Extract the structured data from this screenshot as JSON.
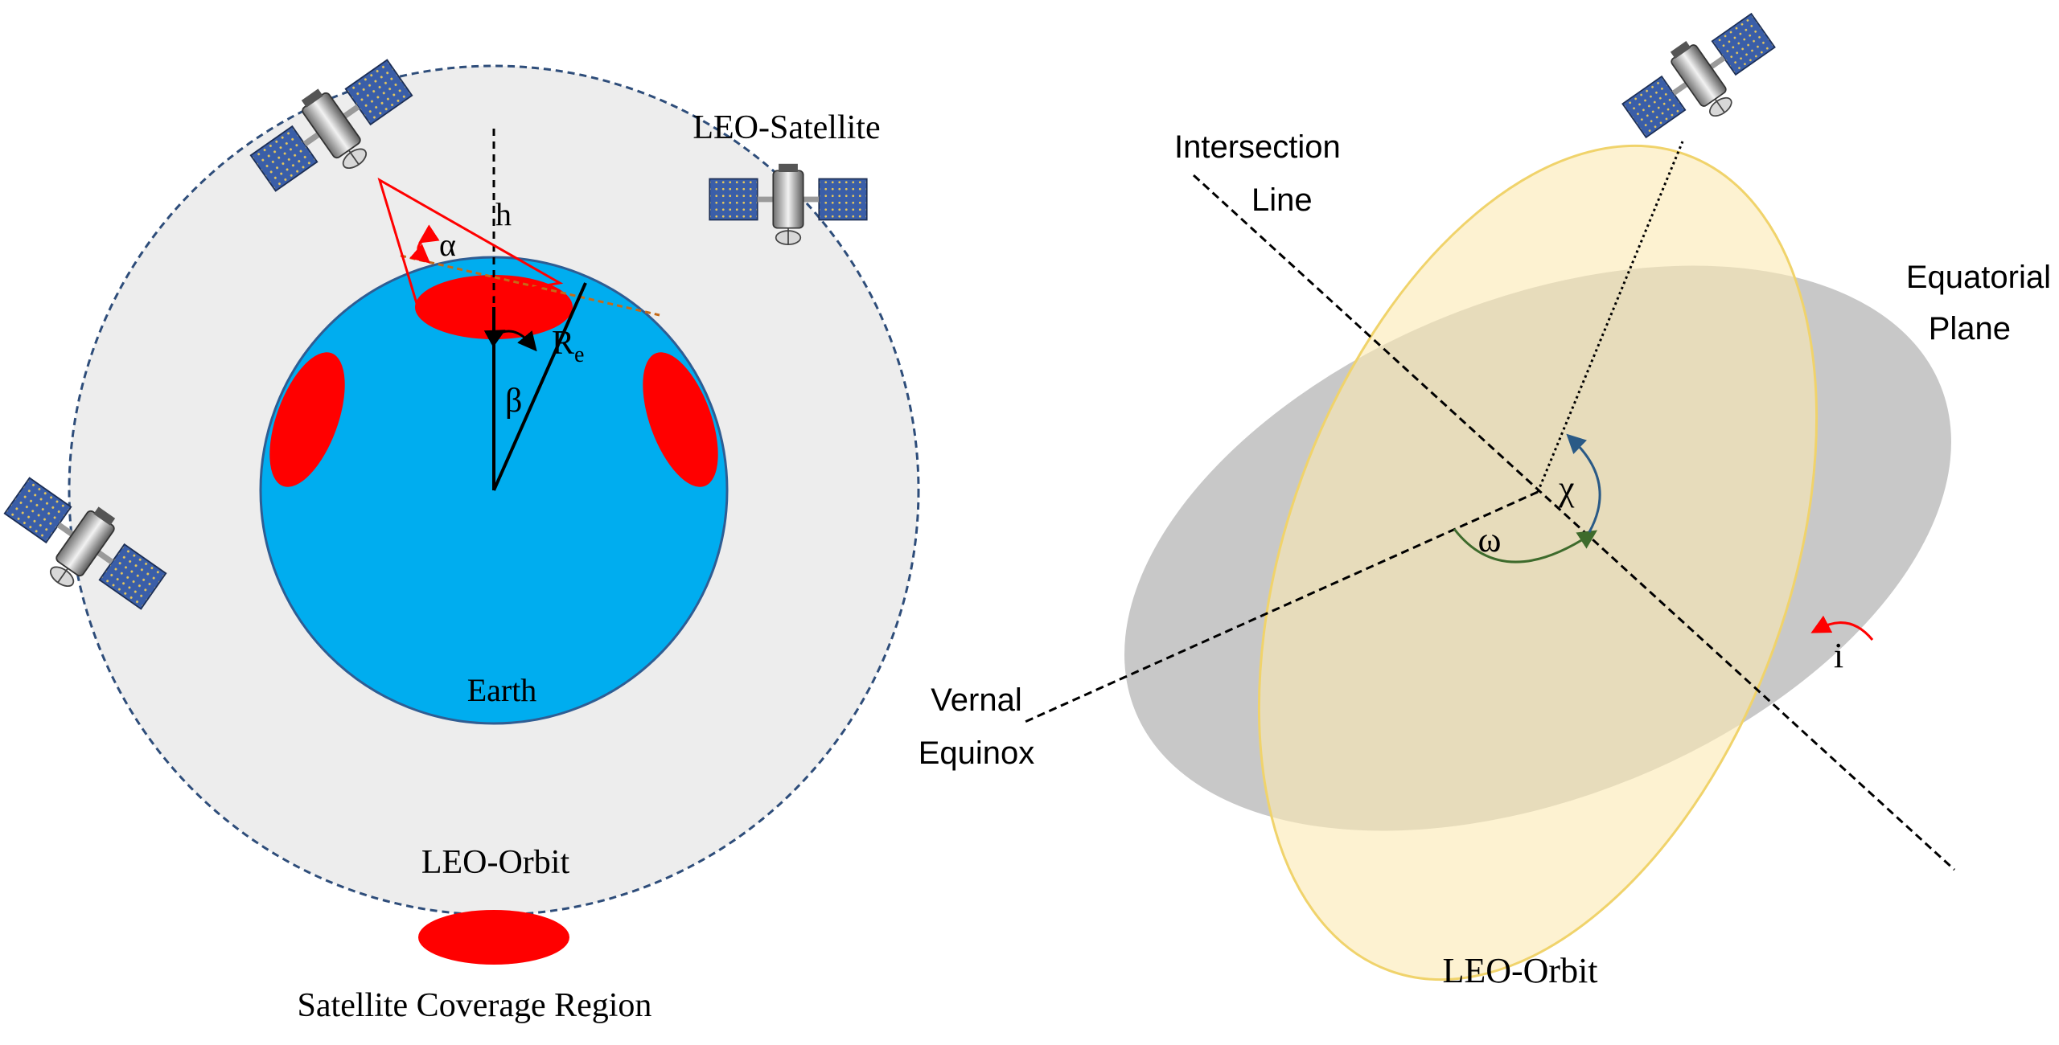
{
  "colors": {
    "orbit_fill": "#ededed",
    "orbit_border": "#2e4d7a",
    "earth_fill": "#00adef",
    "earth_border": "#2f5d93",
    "coverage": "#ff0000",
    "equatorial_plane": "#c8c8c8",
    "leo_orbit_plane": "#fbe9b3",
    "leo_orbit_border": "#f0d36b",
    "tangent_line": "#c56a18",
    "omega_arrow": "#3e6b2c",
    "chi_arrow": "#2a5a86",
    "inclination_arrow": "#ff0000"
  },
  "icons": [
    "satellite-icon"
  ],
  "left_diagram": {
    "earth_label": "Earth",
    "orbit_label": "LEO-Orbit",
    "satellite_label": "LEO-Satellite",
    "height_label": "h",
    "alpha_label": "α",
    "beta_label": "β",
    "radius_label": "R",
    "radius_subscript": "e",
    "legend_label": "Satellite Coverage Region"
  },
  "right_diagram": {
    "intersection_label_line1": "Intersection",
    "intersection_label_line2": "Line",
    "equatorial_label_line1": "Equatorial",
    "equatorial_label_line2": "Plane",
    "vernal_label_line1": "Vernal",
    "vernal_label_line2": "Equinox",
    "orbit_label": "LEO-Orbit",
    "omega_label": "ω",
    "chi_label": "χ",
    "inclination_label": "i"
  }
}
